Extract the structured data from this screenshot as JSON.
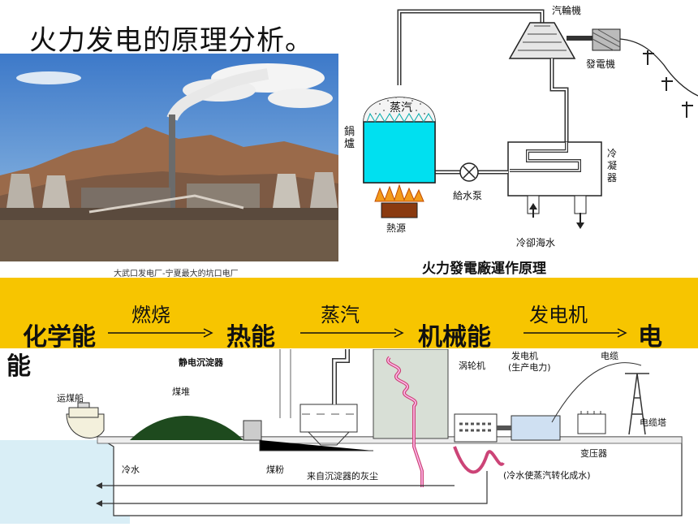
{
  "slide": {
    "title": "火力发电的原理分析。"
  },
  "photo": {
    "caption": "大武口发电厂-宁夏最大的坑口电厂"
  },
  "top_diagram": {
    "labels": {
      "turbine": "汽輪機",
      "generator": "發電機",
      "steam": "蒸汽",
      "boiler": "鍋爐",
      "pump": "給水泵",
      "condenser": "冷凝器",
      "heat_source": "熱源",
      "cooling_water": "冷卻海水"
    },
    "caption": "火力發電廠運作原理"
  },
  "energy_chain": {
    "terms": [
      "化学能",
      "热能",
      "机械能",
      "电"
    ],
    "tail": "能",
    "arrows": [
      "燃烧",
      "蒸汽",
      "发电机"
    ]
  },
  "bottom_diagram": {
    "labels": {
      "precipitator": "静电沉淀器",
      "coal_pile": "煤堆",
      "ship": "运煤船",
      "turbine": "涡轮机",
      "generator": "发电机",
      "generator_note": "(生产电力)",
      "cable": "电缆",
      "tower": "电缆塔",
      "transformer": "变压器",
      "cold_water": "冷水",
      "coal_powder": "煤粉",
      "ash": "来自沉淀器的灰尘",
      "condense_note": "(冷水使蒸汽转化成水)"
    }
  },
  "colors": {
    "banner": "#f7c500",
    "boiler_water": "#00e0f0",
    "sea": "#d9eef6"
  }
}
